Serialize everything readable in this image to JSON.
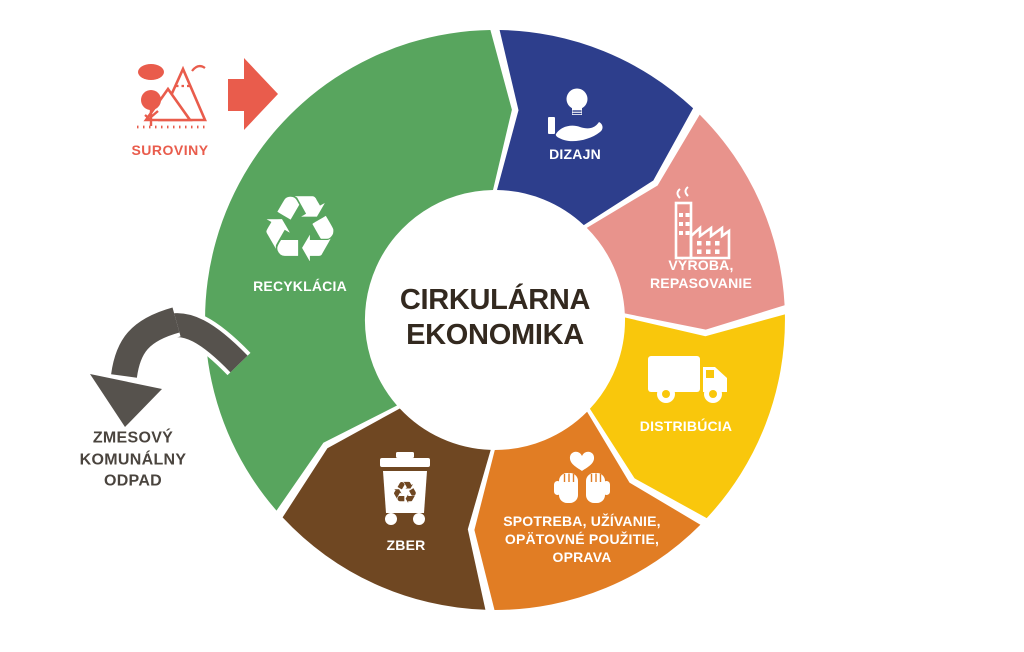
{
  "diagram": {
    "center_title": "CIRKULÁRNA\nEKONOMIKA",
    "segments": [
      {
        "id": "dizajn",
        "label": "DIZAJN",
        "icon": "lightbulb-in-hand-icon",
        "color": "#2d3e8c",
        "start_deg": 0,
        "end_deg": 44
      },
      {
        "id": "vyroba-repasovanie",
        "label": "VÝROBA,\nREPASOVANIE",
        "icon": "factory-icon",
        "color": "#e8938c",
        "start_deg": 44,
        "end_deg": 88
      },
      {
        "id": "distribucia",
        "label": "DISTRIBÚCIA",
        "icon": "delivery-truck-icon",
        "color": "#f9c70c",
        "start_deg": 88,
        "end_deg": 134
      },
      {
        "id": "spotreba",
        "label": "SPOTREBA, UŽÍVANIE,\nOPÄTOVNÉ POUŽITIE,\nOPRAVA",
        "icon": "hands-heart-icon",
        "color": "#e17d24",
        "start_deg": 134,
        "end_deg": 181
      },
      {
        "id": "zber",
        "label": "ZBER",
        "icon": "waste-bin-icon",
        "color": "#6f4722",
        "start_deg": 181,
        "end_deg": 228
      },
      {
        "id": "recyklacia",
        "label": "RECYKLÁCIA",
        "icon": "recycle-arrows-icon",
        "color": "#58a55e",
        "start_deg": 228,
        "end_deg": 360
      }
    ],
    "input": {
      "label": "SUROVINY",
      "icon": "mountains-nature-icon"
    },
    "output": {
      "label": "ZMESOVÝ\nKOMUNÁLNY\nODPAD",
      "icon": "curved-arrow-down-icon"
    }
  },
  "colors": {
    "raw": "#e95c4c",
    "ribbon": "#56524d",
    "title": "#33291f",
    "outtext": "#4a443e"
  },
  "glyphs": {
    "recycle": "♻"
  }
}
